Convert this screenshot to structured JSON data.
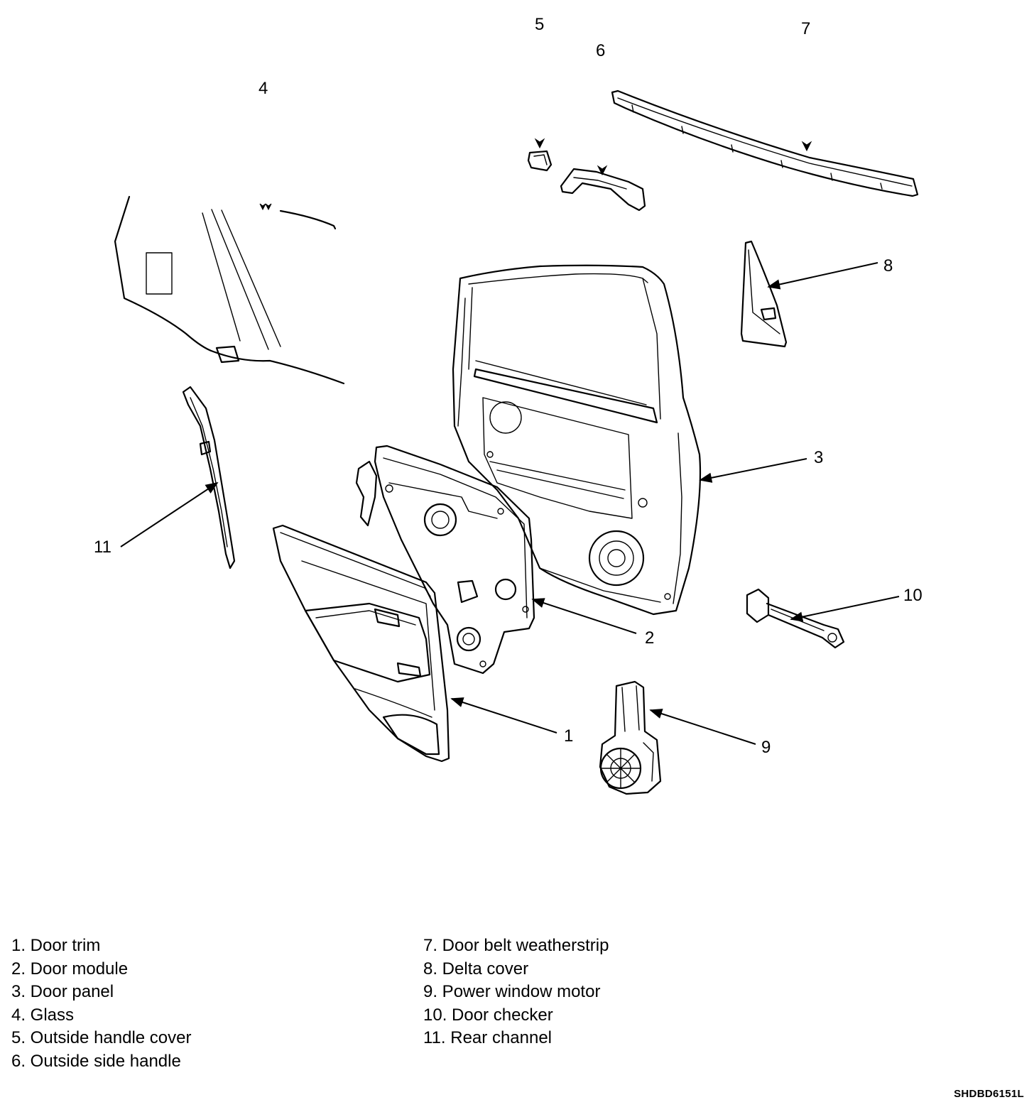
{
  "callouts": {
    "c1": "1",
    "c2": "2",
    "c3": "3",
    "c4": "4",
    "c5": "5",
    "c6": "6",
    "c7": "7",
    "c8": "8",
    "c9": "9",
    "c10": "10",
    "c11": "11"
  },
  "legend": {
    "items": [
      "1. Door trim",
      "2. Door module",
      "3. Door panel",
      "4. Glass",
      "5. Outside handle cover",
      "6. Outside side handle",
      "7. Door belt weatherstrip",
      "8. Delta cover",
      "9. Power window motor",
      "10. Door checker",
      "11. Rear channel"
    ]
  },
  "reference_code": "SHDBD6151L"
}
